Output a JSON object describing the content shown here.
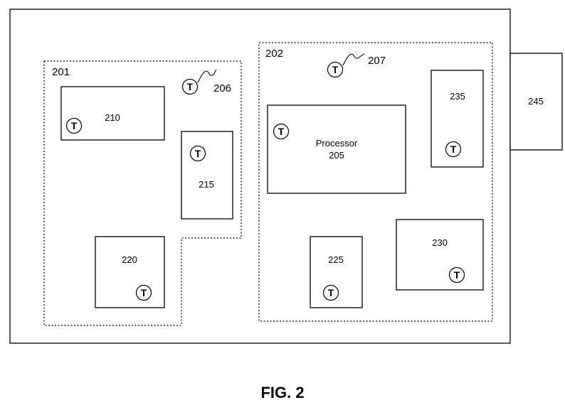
{
  "figure": {
    "caption": "FIG. 2"
  },
  "regions": {
    "left": "201",
    "right": "202"
  },
  "external": {
    "label": "245"
  },
  "sensor_refs": {
    "left": "206",
    "right": "207"
  },
  "sensor_letter": "T",
  "components": {
    "c210": "210",
    "c215": "215",
    "c220": "220",
    "processor_name": "Processor",
    "processor_num": "205",
    "c225": "225",
    "c230": "230",
    "c235": "235"
  }
}
